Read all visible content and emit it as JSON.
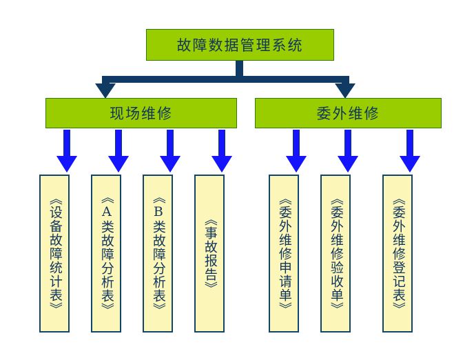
{
  "diagram": {
    "type": "org-chart",
    "title": "故障数据管理系统",
    "colors": {
      "level_box_fill": "#9ACD00",
      "level_box_border": "#2E7D0E",
      "leaf_box_fill": "#FCF7B8",
      "leaf_box_border": "#10466B",
      "text": "#10355E",
      "navy_connector": "#0E3A63",
      "blue_arrow": "#1414FF",
      "background": "#FFFFFF"
    },
    "root": {
      "label": "故障数据管理系统"
    },
    "branches": [
      {
        "label": "现场维修",
        "leaves": [
          {
            "label": "《设备故障统计表》"
          },
          {
            "label": "《A类故障分析表》"
          },
          {
            "label": "《B类故障分析表》"
          },
          {
            "label": "《事故报告》"
          }
        ]
      },
      {
        "label": "委外维修",
        "leaves": [
          {
            "label": "《委外维修申请单》"
          },
          {
            "label": "《委外维修验收单》"
          },
          {
            "label": "《委外维修登记表》"
          }
        ]
      }
    ]
  }
}
